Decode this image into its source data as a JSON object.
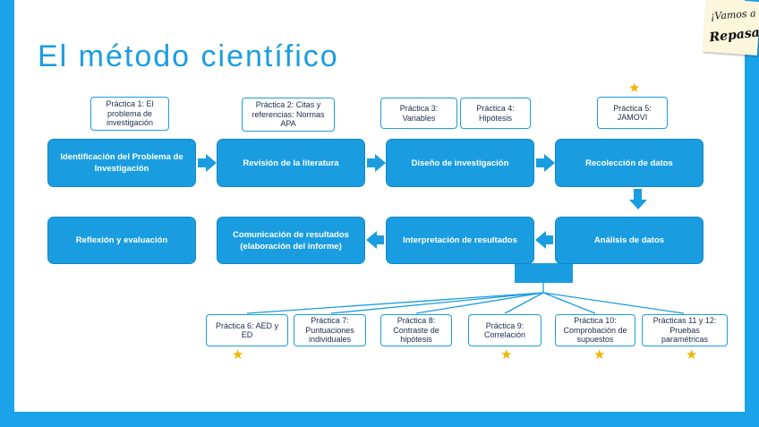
{
  "title": "El método científico",
  "sticker": {
    "line1": "¡Vamos a",
    "line2": "Repasar!"
  },
  "steps": {
    "identificacion": "Identificación del Problema de Investigación",
    "revision": "Revisión de la literatura",
    "diseno": "Diseño de investigación",
    "recoleccion": "Recolección de datos",
    "analisis": "Análisis de datos",
    "interpretacion": "Interpretación de resultados",
    "comunicacion": "Comunicación de resultados (elaboración del informe)",
    "reflexion": "Reflexión y evaluación"
  },
  "practices": {
    "p1": "Práctica 1: El problema de investigación",
    "p2": "Práctica 2: Citas y referencias: Normas APA",
    "p3": "Práctica 3: Variables",
    "p4": "Práctica 4: Hipótesis",
    "p5": "Práctica 5: JAMOVI",
    "p6": "Práctica 6: AED y ED",
    "p7": "Práctica 7: Puntuaciones individuales",
    "p8": "Práctica 8: Contraste de hipótesis",
    "p9": "Práctica 9: Correlación",
    "p10": "Práctica 10: Comprobación de supuestos",
    "p11": "Prácticas 11 y 12: Pruebas paramétricas"
  },
  "starred": [
    "Práctica 5",
    "Práctica 6",
    "Práctica 9",
    "Práctica 10",
    "Prácticas 11 y 12"
  ],
  "colors": {
    "accent": "#1a9de0",
    "frame": "#1aa3e8",
    "star": "#f4b400",
    "text_dark": "#1c2b4a"
  }
}
